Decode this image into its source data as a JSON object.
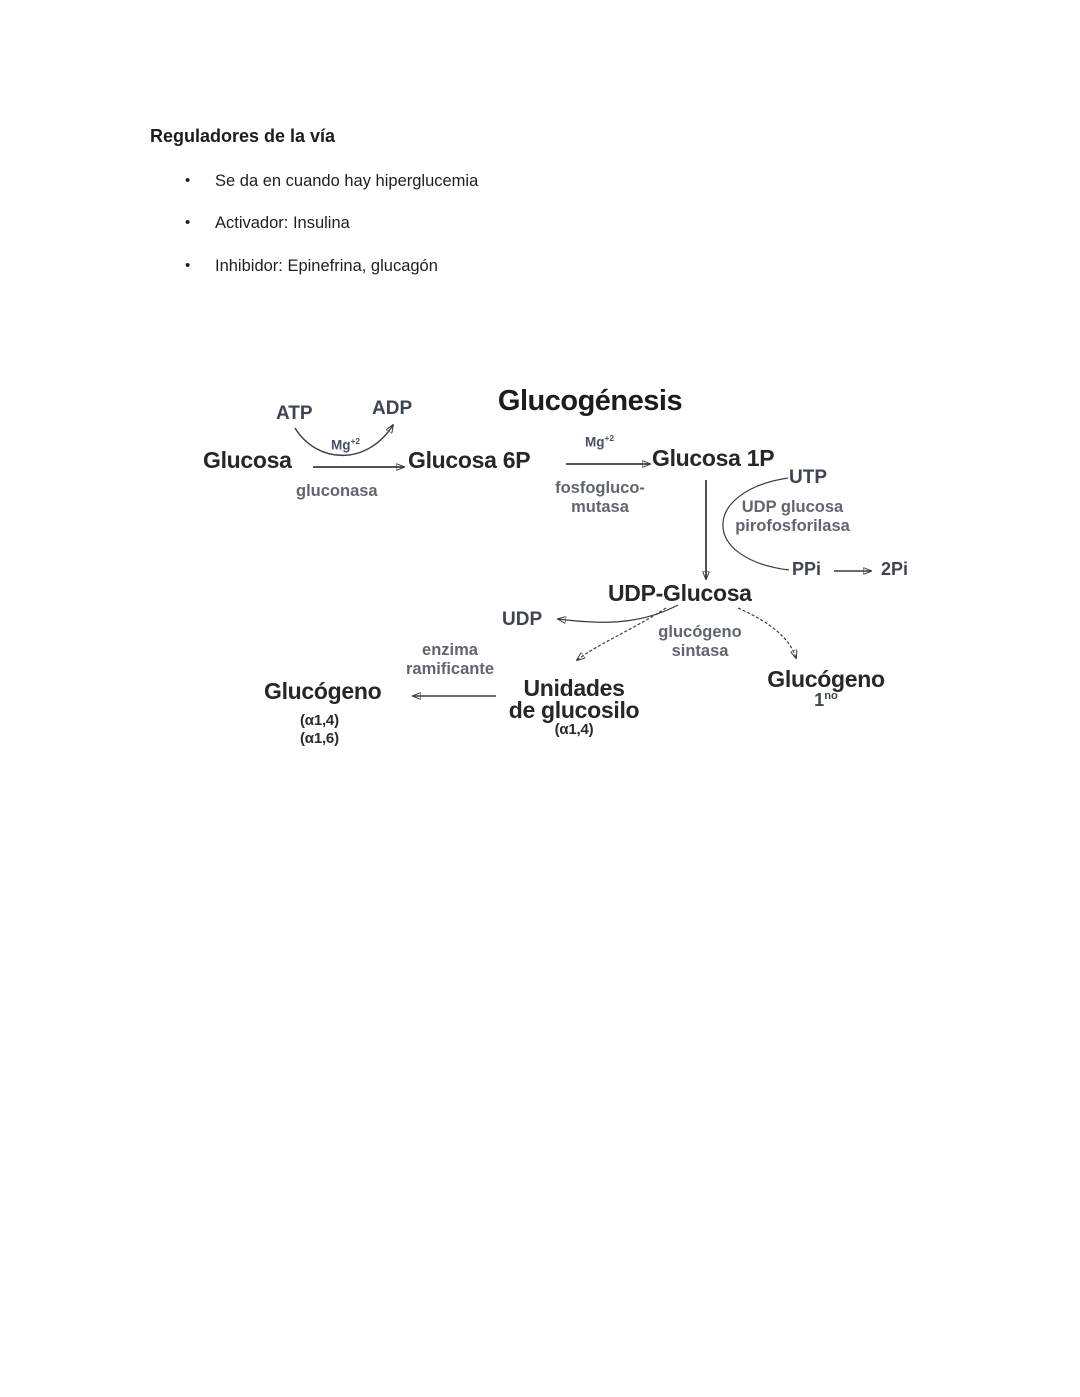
{
  "document": {
    "heading": "Reguladores de la vía",
    "bullet_char": "•",
    "bullets": [
      "Se da en cuando hay hiperglucemia",
      "Activador: Insulina",
      "Inhibidor: Epinefrina, glucagón"
    ]
  },
  "diagram": {
    "title": "Glucogénesis",
    "nodes": {
      "glucosa": "Glucosa",
      "glucosa_6p": "Glucosa 6P",
      "glucosa_1p": "Glucosa 1P",
      "udp_glucosa": "UDP-Glucosa",
      "unidades_l1": "Unidades",
      "unidades_l2": "de glucosilo",
      "unidades_sub": "(α1,4)",
      "glucogeno_left": "Glucógeno",
      "glucogeno_left_sub1": "(α1,4)",
      "glucogeno_left_sub2": "(α1,6)",
      "glucogeno_right": "Glucógeno",
      "glucogeno_right_num": "1",
      "glucogeno_right_sup": "no"
    },
    "cofactors": {
      "atp": "ATP",
      "adp": "ADP",
      "mg_base": "Mg",
      "mg_sup": "+2",
      "utp": "UTP",
      "ppi": "PPi",
      "two_pi": "2Pi",
      "udp": "UDP"
    },
    "enzymes": {
      "gluconasa": "gluconasa",
      "fosfogluco_l1": "fosfogluco-",
      "fosfogluco_l2": "mutasa",
      "pirofosforilasa_l1": "UDP glucosa",
      "pirofosforilasa_l2": "pirofosforilasa",
      "sintasa_l1": "glucógeno",
      "sintasa_l2": "sintasa",
      "ramificante_l1": "enzima",
      "ramificante_l2": "ramificante"
    },
    "colors": {
      "metabolite": "#26262c",
      "cofactor": "#3e4452",
      "enzyme": "#61656f",
      "arrow": "#3a3a42"
    }
  }
}
